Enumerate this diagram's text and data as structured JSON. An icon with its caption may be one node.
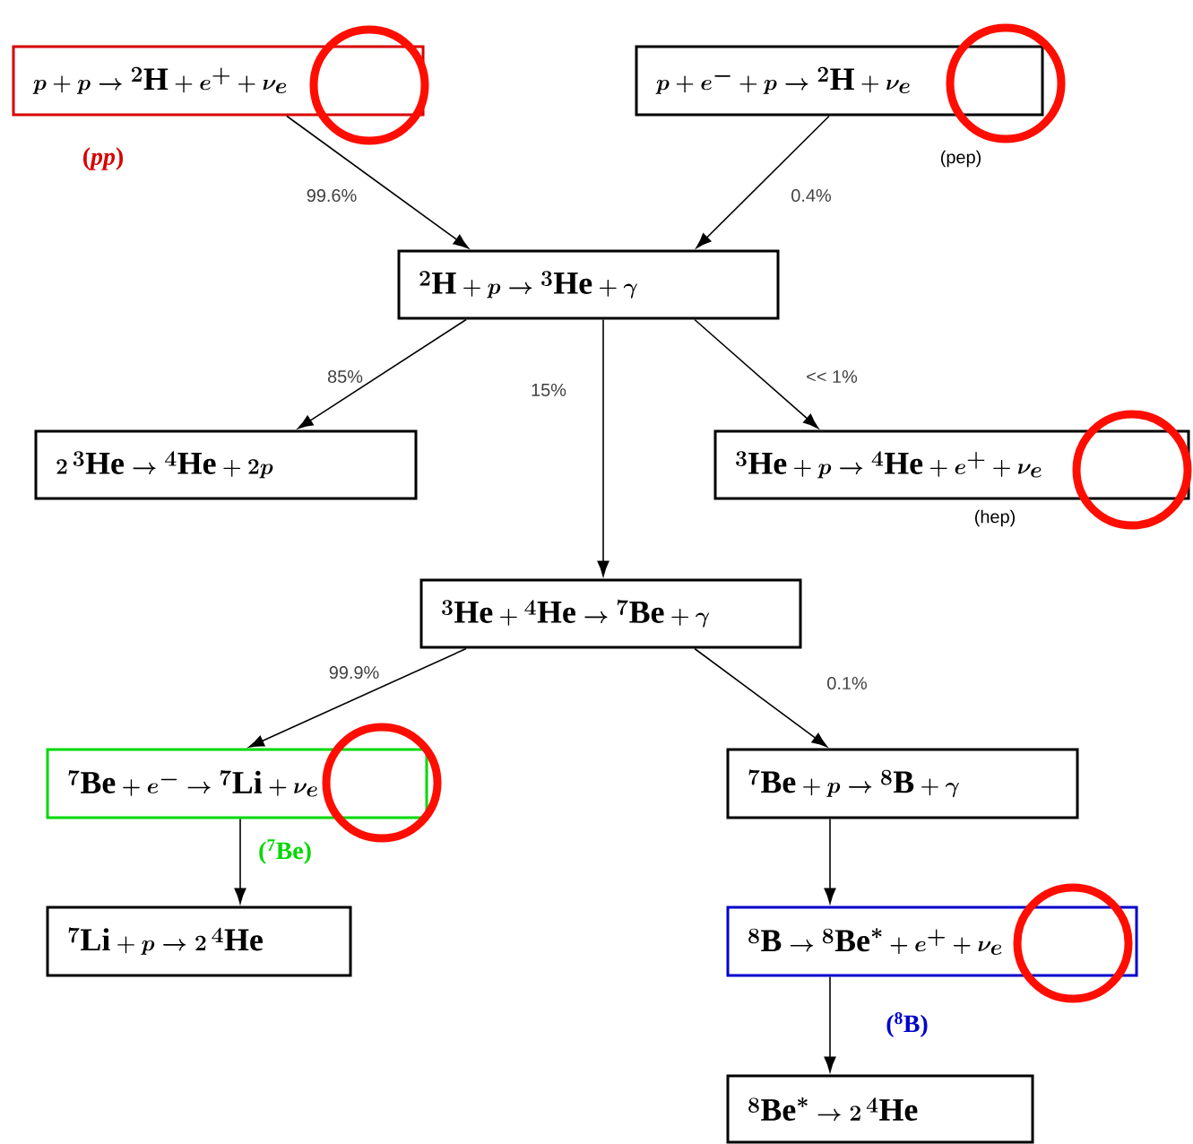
{
  "diagram": {
    "nodes": [
      {
        "text": [
          "p + p \\rightarrow {}^{2}\\mathrm{H} + e^{+} + \\nu_{e}"
        ],
        "beside": [
          "(*pp*)"
        ]
      },
      {
        "text": [
          "p + e^{-} + p \\rightarrow {}^{2}\\mathrm{H} + \\nu_{e}"
        ],
        "beside": [
          "(pep)"
        ]
      },
      {
        "text": [
          "{}^{2}\\mathrm{H} + p \\rightarrow {}^{3}\\mathrm{He} + \\gamma"
        ]
      },
      {
        "text": [
          "2\\,{}^{3}\\mathrm{He} \\rightarrow {}^{4}\\mathrm{He} + 2p"
        ]
      },
      {
        "text": [
          "{}^{3}\\mathrm{He} + p \\rightarrow {}^{4}\\mathrm{He} + e^{+} + \\nu_{e}"
        ],
        "beside": [
          "(hep)"
        ]
      },
      {
        "text": [
          "{}^{3}\\mathrm{He} + {}^{4}\\mathrm{He} \\rightarrow {}^{7}\\mathrm{Be} + \\gamma"
        ]
      },
      {
        "text": [
          "{}^{7}\\mathrm{Be} + e^{-} \\rightarrow {}^{7}\\mathrm{Li} + \\nu_{e}"
        ],
        "beside": [
          "($^{7}$Be)"
        ]
      },
      {
        "text": [
          "{}^{7}\\mathrm{Be} + p \\rightarrow {}^{8}\\mathrm{B} + \\gamma"
        ]
      },
      {
        "text": [
          "{}^{7}\\mathrm{Li} + p \\rightarrow 2\\,{}^{4}\\mathrm{He}"
        ]
      },
      {
        "text": [
          "{}^{8}\\mathrm{B} \\rightarrow {}^{8}\\mathrm{Be}^{*} + e^{+} + \\nu_{e}"
        ],
        "beside": [
          "($^{8}$B)"
        ]
      },
      {
        "text": [
          "{}^{8}\\mathrm{Be}^{*} \\rightarrow 2\\,{}^{4}\\mathrm{He}"
        ]
      }
    ],
    "edges": [
      {
        "from": 0,
        "to": 2,
        "arrow": "to",
        "label": "99.6%"
      },
      {
        "from": 1,
        "to": 2,
        "arrow": "to",
        "label": "0.4%"
      },
      {
        "from": 2,
        "to": 3,
        "arrow": "to",
        "label": "85%"
      },
      {
        "from": 2,
        "to": 5,
        "arrow": "to",
        "label": "15%"
      },
      {
        "from": 2,
        "to": 4,
        "arrow": "to",
        "label": "<< 1%"
      },
      {
        "from": 5,
        "to": 6,
        "arrow": "to",
        "label": "99.9%"
      },
      {
        "from": 5,
        "to": 7,
        "arrow": "to",
        "label": "0.1%"
      },
      {
        "from": 6,
        "to": 8,
        "arrow": "to"
      },
      {
        "from": 7,
        "to": 9,
        "arrow": "to"
      },
      {
        "from": 9,
        "to": 10,
        "arrow": "to"
      }
    ]
  }
}
